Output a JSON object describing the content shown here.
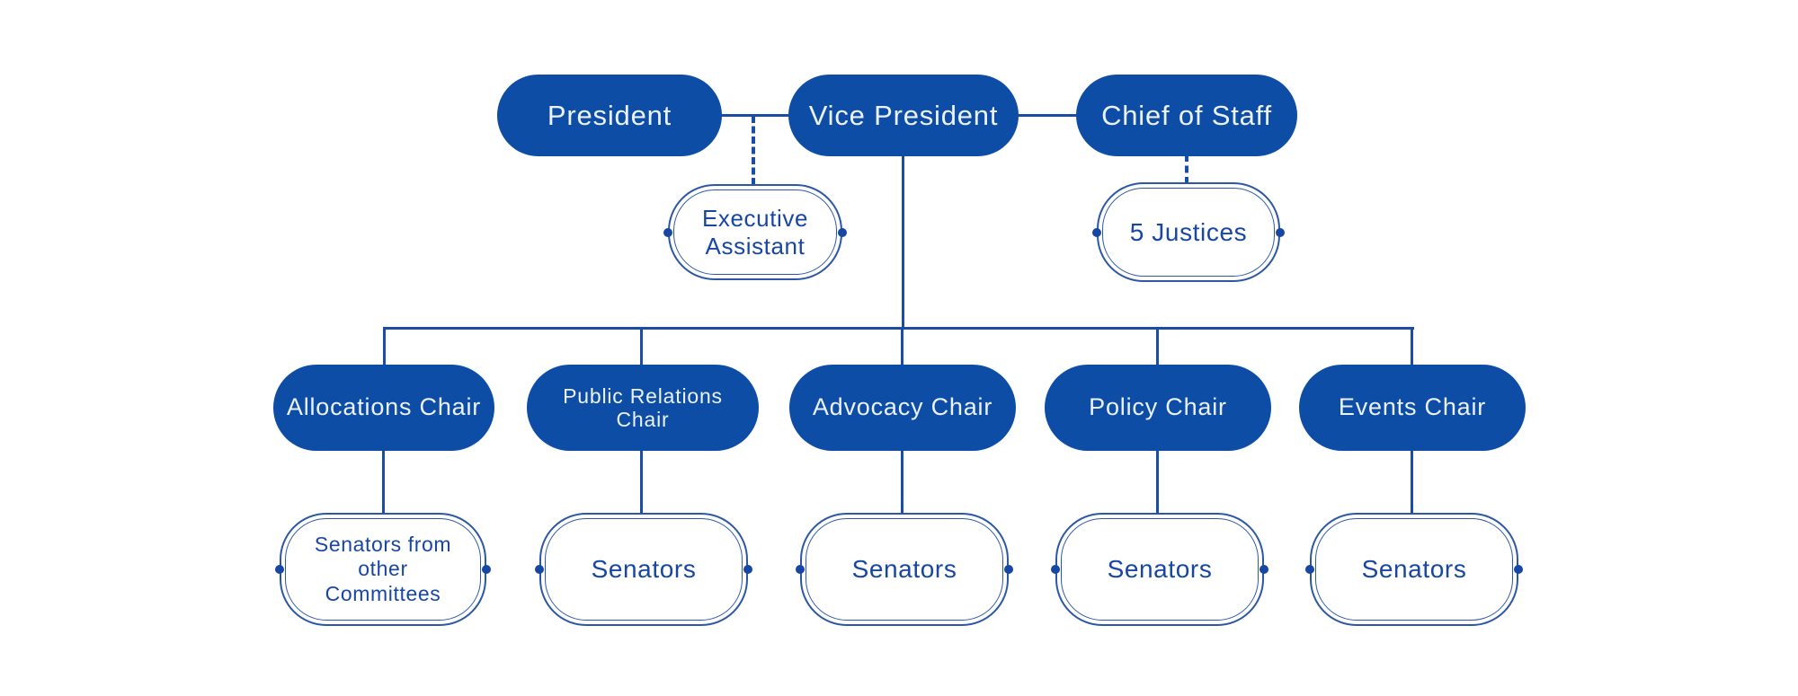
{
  "diagram_type": "org-chart",
  "colors": {
    "node_fill_blue": "#0d4da6",
    "outline_border_blue": "#2b57a5",
    "connector_blue": "#1a4da6",
    "text_on_blue": "#ecf2fb",
    "text_blue": "#1747a3",
    "background": "#ffffff"
  },
  "nodes": {
    "president": {
      "label": "President",
      "style": "filled"
    },
    "vice_president": {
      "label": "Vice President",
      "style": "filled"
    },
    "chief_of_staff": {
      "label": "Chief of Staff",
      "style": "filled"
    },
    "executive_assistant": {
      "label": "Executive Assistant",
      "style": "outlined"
    },
    "justices": {
      "label": "5 Justices",
      "style": "outlined"
    },
    "allocations_chair": {
      "label": "Allocations Chair",
      "style": "filled"
    },
    "public_relations_chair": {
      "label": "Public Relations Chair",
      "style": "filled"
    },
    "advocacy_chair": {
      "label": "Advocacy Chair",
      "style": "filled"
    },
    "policy_chair": {
      "label": "Policy Chair",
      "style": "filled"
    },
    "events_chair": {
      "label": "Events Chair",
      "style": "filled"
    },
    "senators_allocations": {
      "label": "Senators from other Committees",
      "style": "outlined"
    },
    "senators_public_relations": {
      "label": "Senators",
      "style": "outlined"
    },
    "senators_advocacy": {
      "label": "Senators",
      "style": "outlined"
    },
    "senators_policy": {
      "label": "Senators",
      "style": "outlined"
    },
    "senators_events": {
      "label": "Senators",
      "style": "outlined"
    }
  },
  "edges": [
    {
      "from": "President",
      "to": "Vice President",
      "line": "solid"
    },
    {
      "from": "Vice President",
      "to": "Chief of Staff",
      "line": "solid"
    },
    {
      "from": "President–Vice President link",
      "to": "Executive Assistant",
      "line": "dashed"
    },
    {
      "from": "Chief of Staff",
      "to": "5 Justices",
      "line": "dashed"
    },
    {
      "from": "Vice President",
      "to": "Allocations Chair",
      "line": "solid"
    },
    {
      "from": "Vice President",
      "to": "Public Relations Chair",
      "line": "solid"
    },
    {
      "from": "Vice President",
      "to": "Advocacy Chair",
      "line": "solid"
    },
    {
      "from": "Vice President",
      "to": "Policy Chair",
      "line": "solid"
    },
    {
      "from": "Vice President",
      "to": "Events Chair",
      "line": "solid"
    },
    {
      "from": "Allocations Chair",
      "to": "Senators from other Committees",
      "line": "solid"
    },
    {
      "from": "Public Relations Chair",
      "to": "Senators",
      "line": "solid"
    },
    {
      "from": "Advocacy Chair",
      "to": "Senators",
      "line": "solid"
    },
    {
      "from": "Policy Chair",
      "to": "Senators",
      "line": "solid"
    },
    {
      "from": "Events Chair",
      "to": "Senators",
      "line": "solid"
    }
  ]
}
